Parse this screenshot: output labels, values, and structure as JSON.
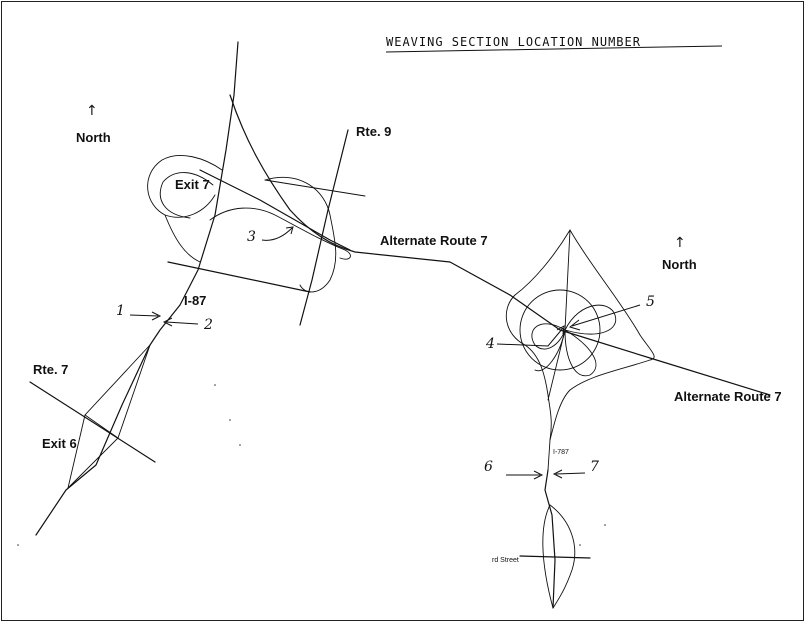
{
  "title": "WEAVING SECTION LOCATION NUMBER",
  "north_left": "North",
  "north_right": "North",
  "north_arrow_icon": "up-arrow-icon",
  "roads": {
    "rte9": "Rte. 9",
    "exit7": "Exit 7",
    "alt_route7_top": "Alternate Route 7",
    "i87_top": "I-87",
    "rte7": "Rte. 7",
    "exit6": "Exit 6",
    "alt_route7_right": "Alternate Route 7",
    "i787": "I-787",
    "rd_street": "rd Street"
  },
  "weaving_numbers": {
    "n1": "1",
    "n2": "2",
    "n3": "3",
    "n4": "4",
    "n5": "5",
    "n6": "6",
    "n7": "7"
  },
  "colors": {
    "line": "#111111",
    "background": "#ffffff"
  }
}
